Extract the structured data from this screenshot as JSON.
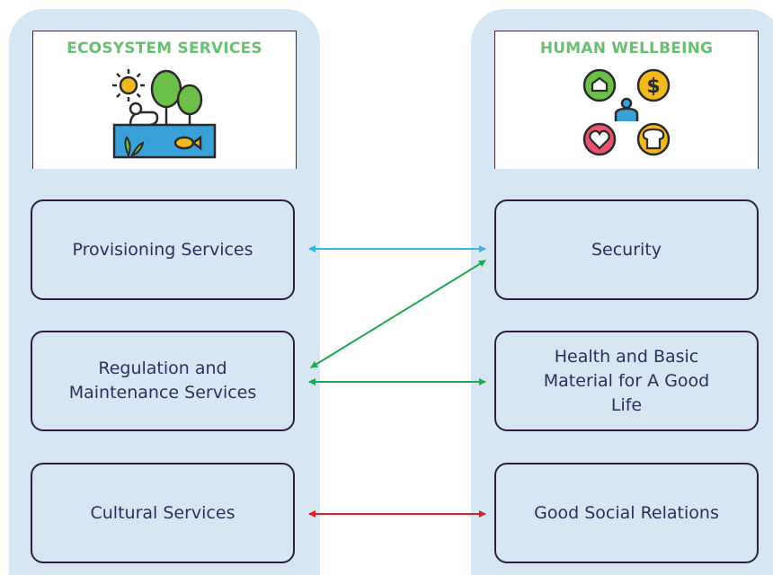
{
  "left": {
    "title": "ECOSYSTEM SERVICES",
    "title_color": "#6abf72",
    "icon": "ecosystem-pond-tree-sun-icon",
    "items": [
      "Provisioning Services",
      "Regulation and\nMaintenance Services",
      "Cultural Services"
    ]
  },
  "right": {
    "title": "HUMAN WELLBEING",
    "title_color": "#6abf72",
    "icon": "wellbeing-person-home-money-heart-bread-icon",
    "items": [
      "Security",
      "Health and Basic\nMaterial for A Good\nLife",
      "Good Social Relations"
    ]
  },
  "links": [
    {
      "from": "Provisioning Services",
      "to": "Security",
      "color": "#3ab4e8"
    },
    {
      "from": "Regulation and Maintenance Services",
      "to": "Security",
      "color": "#1fa84f"
    },
    {
      "from": "Regulation and Maintenance Services",
      "to": "Health and Basic Material for A Good Life",
      "color": "#1fa84f"
    },
    {
      "from": "Cultural Services",
      "to": "Good Social Relations",
      "color": "#e01e1e"
    }
  ]
}
